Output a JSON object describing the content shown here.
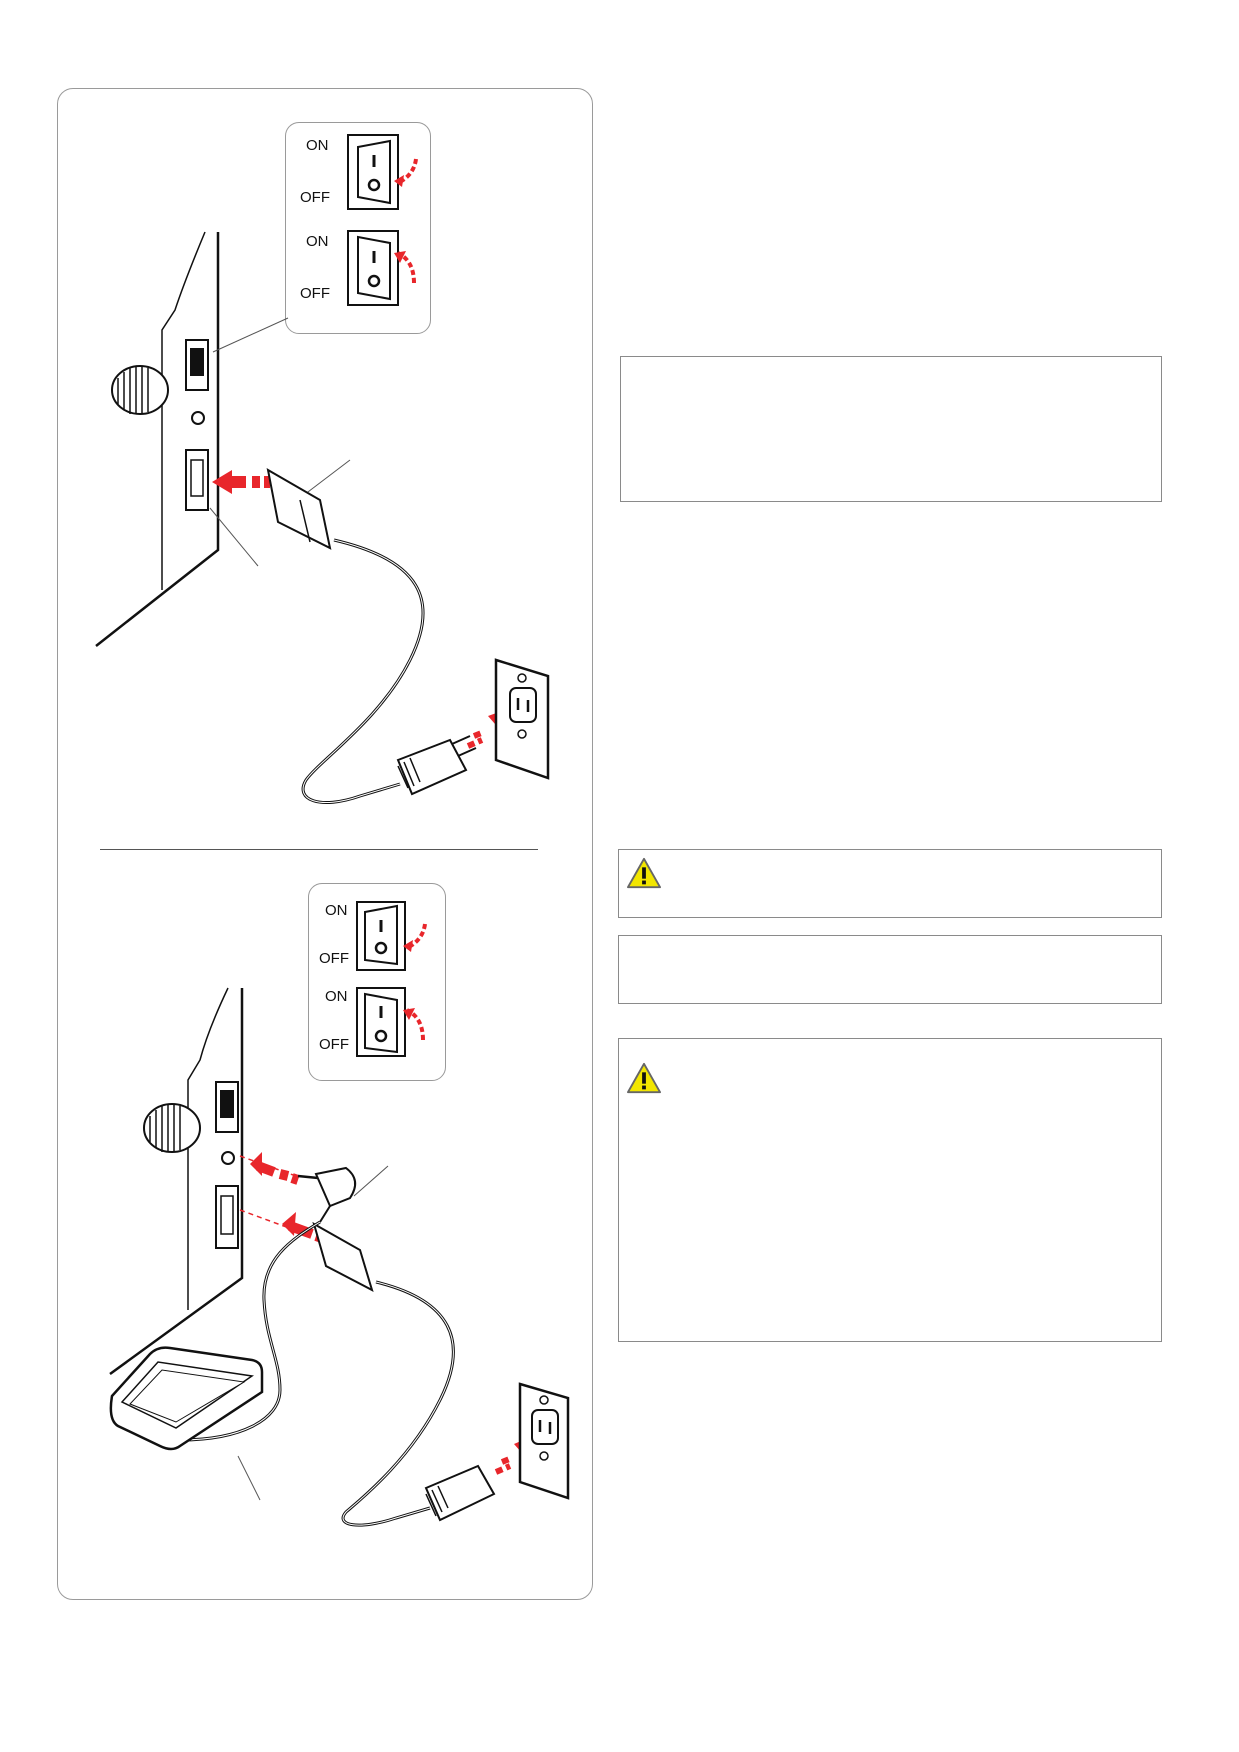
{
  "figure1": {
    "switch_on_label": "ON",
    "switch_off_label": "OFF",
    "switch_on_label_2": "ON",
    "switch_off_label_2": "OFF"
  },
  "figure2": {
    "switch_on_label": "ON",
    "switch_off_label": "OFF",
    "switch_on_label_2": "ON",
    "switch_off_label_2": "OFF"
  },
  "icons": [
    "warning-icon",
    "switch-icon",
    "power-plug-icon",
    "wall-outlet-icon",
    "foot-control-icon"
  ],
  "colors": {
    "accent_red": "#e8262b",
    "warning_yellow": "#f2e600",
    "line": "#111111"
  }
}
